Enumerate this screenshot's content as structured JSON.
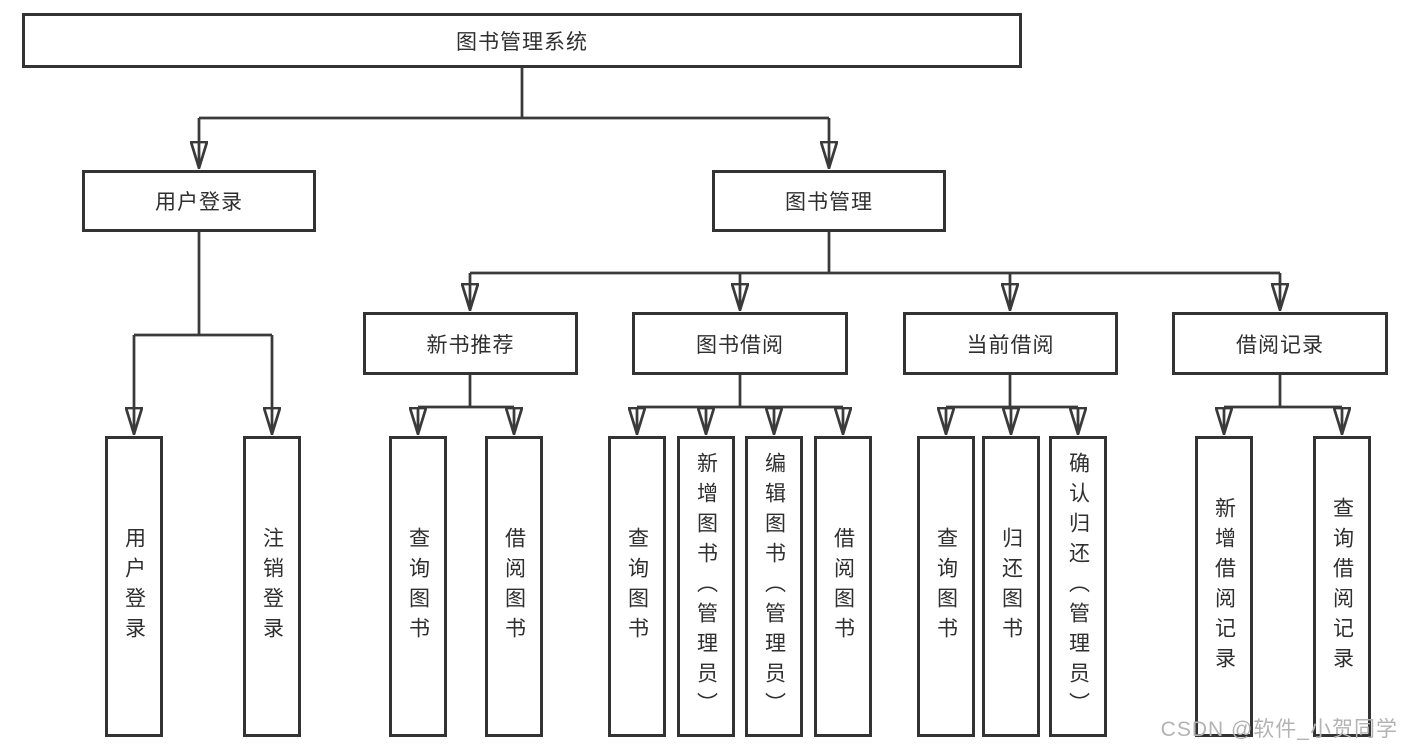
{
  "diagram": {
    "root": {
      "label": "图书管理系统"
    },
    "branches": [
      {
        "label": "用户登录",
        "leaves": [
          "用户登录",
          "注销登录"
        ]
      },
      {
        "label": "图书管理",
        "groups": [
          {
            "label": "新书推荐",
            "leaves": [
              "查询图书",
              "借阅图书"
            ]
          },
          {
            "label": "图书借阅",
            "leaves": [
              "查询图书",
              "新增图书（管理员）",
              "编辑图书（管理员）",
              "借阅图书"
            ]
          },
          {
            "label": "当前借阅",
            "leaves": [
              "查询图书",
              "归还图书",
              "确认归还（管理员）"
            ]
          },
          {
            "label": "借阅记录",
            "leaves": [
              "新增借阅记录",
              "查询借阅记录"
            ]
          }
        ]
      }
    ]
  },
  "watermark": {
    "text": "CSDN @软件_小贺同学"
  },
  "colors": {
    "line": "#3a3a3a",
    "box_border": "#333333",
    "box_fill": "#ffffff",
    "text": "#2f2f2f",
    "watermark": "#b3b3b3",
    "background": "#ffffff"
  }
}
